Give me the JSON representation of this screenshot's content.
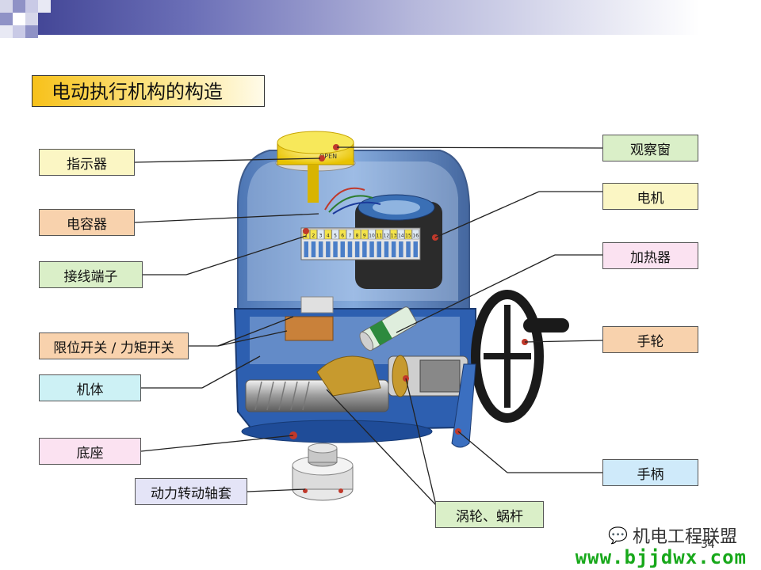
{
  "title": "电动执行机构的构造",
  "labels": {
    "indicator": "指示器",
    "capacitor": "电容器",
    "terminal": "接线端子",
    "limit_switch": "限位开关 / 力矩开关",
    "body": "机体",
    "base": "底座",
    "sleeve": "动力转动轴套",
    "window": "观察窗",
    "motor": "电机",
    "heater": "加热器",
    "handwheel": "手轮",
    "handle": "手柄",
    "worm": "涡轮、蜗杆"
  },
  "dial_text": "OPEN",
  "terminal_numbers": [
    "1",
    "2",
    "3",
    "4",
    "5",
    "6",
    "7",
    "8",
    "9",
    "10",
    "11",
    "12",
    "13",
    "14",
    "15",
    "16"
  ],
  "page_number": "34",
  "watermark": "机电工程联盟",
  "url": "www.bjjdwx.com"
}
